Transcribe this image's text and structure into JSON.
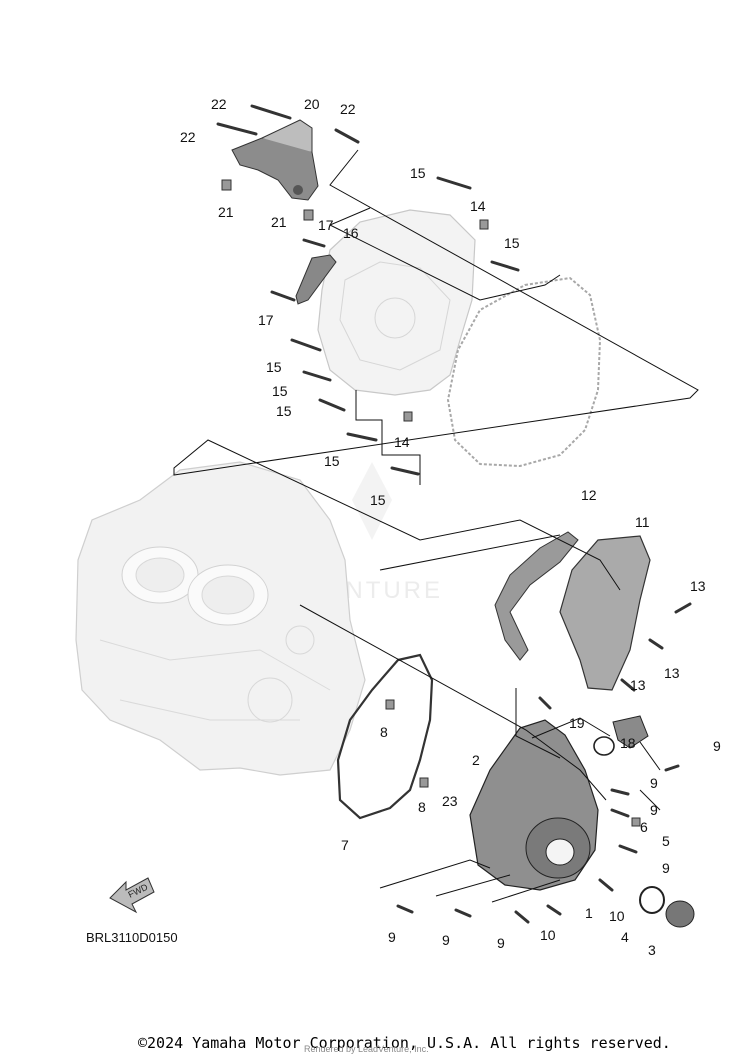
{
  "diagram": {
    "code": "BRL3110D0150",
    "copyright": "©2024 Yamaha Motor Corporation, U.S.A. All rights reserved.",
    "rendered_by": "Rendered by LeadVenture, Inc.",
    "watermark": "ADVENTURE",
    "fwd_label": "FWD",
    "callouts": [
      "1",
      "2",
      "3",
      "4",
      "5",
      "6",
      "7",
      "8",
      "9",
      "10",
      "11",
      "12",
      "13",
      "14",
      "15",
      "16",
      "17",
      "18",
      "19",
      "20",
      "21",
      "22",
      "23"
    ]
  }
}
